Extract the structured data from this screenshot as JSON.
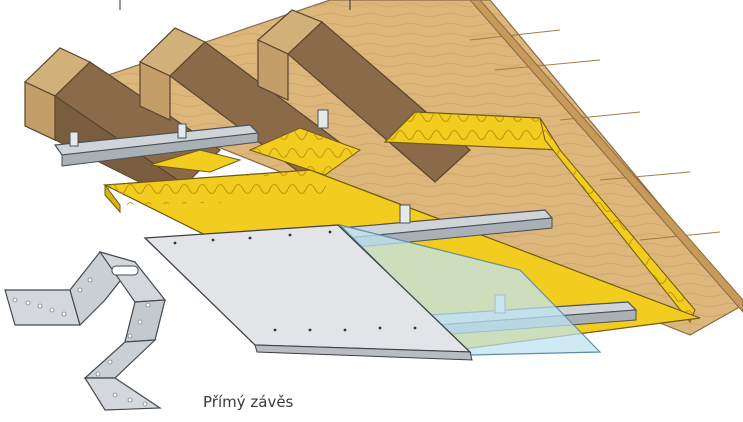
{
  "caption": "Přímý závěs",
  "colors": {
    "boarding": "#dcb67a",
    "boarding_dark": "#c89a58",
    "joist_top": "#d2b07a",
    "joist_side": "#8a6a48",
    "insulation": "#f2cd1f",
    "insulation_fiber": "#b88c0e",
    "profile": "#cfd4d9",
    "drywall": "#e2e4e7",
    "vapor_foil": "#bfe3f2",
    "hanger": "#d4d8dc"
  },
  "icons": [
    "wood-boarding",
    "wooden-joist",
    "mineral-wool-insulation",
    "metal-ceiling-profile",
    "direct-hanger",
    "drywall-board",
    "vapor-barrier-foil"
  ]
}
